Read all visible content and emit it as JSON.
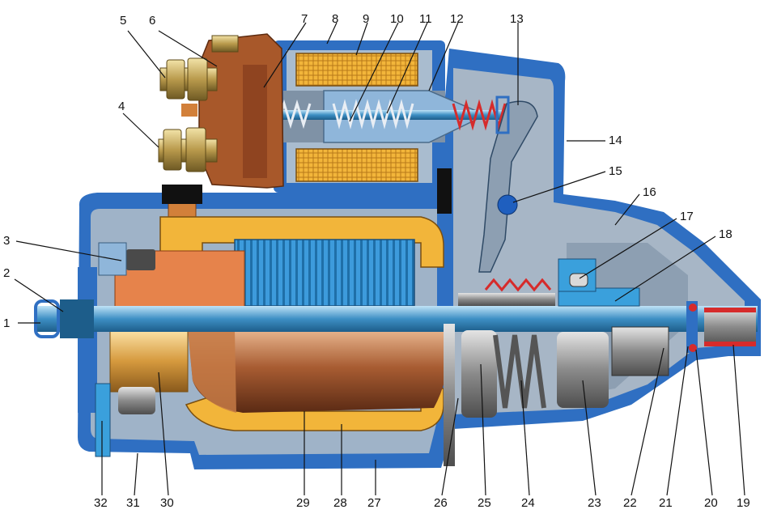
{
  "callouts": [
    {
      "id": "1",
      "label": "1"
    },
    {
      "id": "2",
      "label": "2"
    },
    {
      "id": "3",
      "label": "3"
    },
    {
      "id": "4",
      "label": "4"
    },
    {
      "id": "5",
      "label": "5"
    },
    {
      "id": "6",
      "label": "6"
    },
    {
      "id": "7",
      "label": "7"
    },
    {
      "id": "8",
      "label": "8"
    },
    {
      "id": "9",
      "label": "9"
    },
    {
      "id": "10",
      "label": "10"
    },
    {
      "id": "11",
      "label": "11"
    },
    {
      "id": "12",
      "label": "12"
    },
    {
      "id": "13",
      "label": "13"
    },
    {
      "id": "14",
      "label": "14"
    },
    {
      "id": "15",
      "label": "15"
    },
    {
      "id": "16",
      "label": "16"
    },
    {
      "id": "17",
      "label": "17"
    },
    {
      "id": "18",
      "label": "18"
    },
    {
      "id": "19",
      "label": "19"
    },
    {
      "id": "20",
      "label": "20"
    },
    {
      "id": "21",
      "label": "21"
    },
    {
      "id": "22",
      "label": "22"
    },
    {
      "id": "23",
      "label": "23"
    },
    {
      "id": "24",
      "label": "24"
    },
    {
      "id": "25",
      "label": "25"
    },
    {
      "id": "26",
      "label": "26"
    },
    {
      "id": "27",
      "label": "27"
    },
    {
      "id": "28",
      "label": "28"
    },
    {
      "id": "29",
      "label": "29"
    },
    {
      "id": "30",
      "label": "30"
    },
    {
      "id": "31",
      "label": "31"
    },
    {
      "id": "32",
      "label": "32"
    }
  ],
  "colors": {
    "housing": "#2f6fc2",
    "housing_inner": "#9fb3c8",
    "housing_dark": "#6f8296",
    "winding": "#f2b53a",
    "copper": "#d2803a",
    "terminal_body": "#a8582a",
    "bolt": "#c9b36a",
    "armature_core": "#3a96d6",
    "shaft": "#5aa3cf",
    "steel": "#8c8c8c",
    "spring": "#d62b2b"
  }
}
